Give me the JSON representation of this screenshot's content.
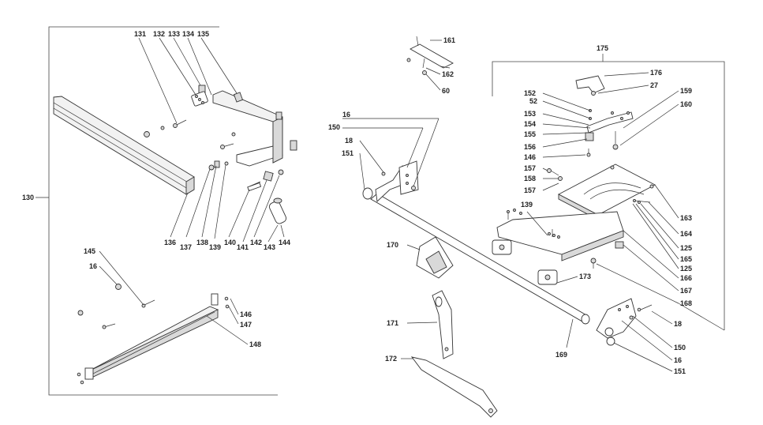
{
  "labels": {
    "l131": "131",
    "l132": "132",
    "l133": "133",
    "l134": "134",
    "l135": "135",
    "l130": "130",
    "l136": "136",
    "l137": "137",
    "l138": "138",
    "l139a": "139",
    "l140": "140",
    "l141": "141",
    "l142": "142",
    "l143": "143",
    "l144": "144",
    "l145": "145",
    "l16a": "16",
    "l146": "146",
    "l147": "147",
    "l148": "148",
    "l161": "161",
    "l162": "162",
    "l60": "60",
    "l16b": "16",
    "l150a": "150",
    "l18a": "18",
    "l151a": "151",
    "l175": "175",
    "l176": "176",
    "l27": "27",
    "l152": "152",
    "l52": "52",
    "l153": "153",
    "l154": "154",
    "l155": "155",
    "l156": "156",
    "l146b": "146",
    "l159": "159",
    "l160": "160",
    "l157a": "157",
    "l158": "158",
    "l157b": "157",
    "l139b": "139",
    "l163": "163",
    "l164": "164",
    "l125a": "125",
    "l165": "165",
    "l125b": "125",
    "l166": "166",
    "l167": "167",
    "l168": "168",
    "l170": "170",
    "l173": "173",
    "l171": "171",
    "l169": "169",
    "l18b": "18",
    "l150b": "150",
    "l16c": "16",
    "l151b": "151",
    "l172": "172"
  }
}
